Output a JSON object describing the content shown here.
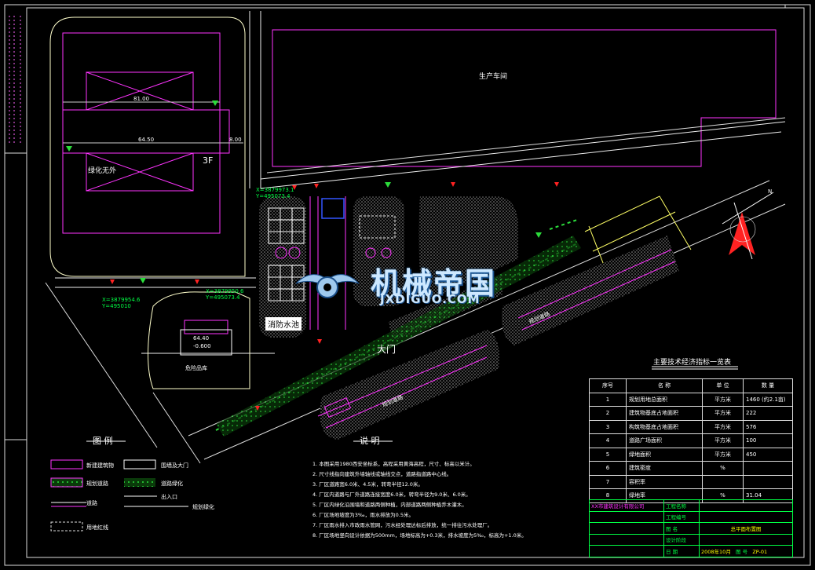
{
  "drawing": {
    "labels": {
      "production_workshop": "生产车间",
      "greening_area": "绿化无外",
      "floor_3f": "3F",
      "dim_8100": "81.00",
      "dim_6450": "64.50",
      "dim_800": "8.00",
      "coord_a_x": "X=3879954.6",
      "coord_a_y": "Y=495010",
      "coord_b_x": "X=3879950.6",
      "coord_b_y": "Y=495073.4",
      "coord_c_x": "X=3879973.1",
      "coord_c_y": "Y=495073.4",
      "elev_top": "64.40",
      "elev_bottom": "-0.600",
      "hazard_store": "危险品库",
      "fire_pool": "消防水池",
      "gate": "大门",
      "road_left": "规划道路",
      "road_right": "规划道路",
      "north": "N"
    },
    "legend": {
      "title": "图  例",
      "items": [
        "新建建筑物",
        "围墙及大门",
        "规划道路",
        "道路绿化",
        "道路",
        "出入口",
        "规划绿化",
        "用地红线"
      ]
    },
    "notes": {
      "title": "说  明",
      "lines": [
        "1. 本图采用1980西安坐标系，高程采用黄海高程，尺寸、标高以米计。",
        "2. 尺寸线指向建筑外墙轴线或轴线交点，道路指道路中心线。",
        "3. 厂区道路宽6.0米、4.5米，转弯半径12.0米。",
        "4. 厂区内道路与厂外道路连接宽度6.0米，转弯半径为9.0米、6.0米。",
        "5. 厂区内绿化沿围墙和道路两侧种植，内部道路两侧种植乔木灌木。",
        "6. 厂区场地坡度为3‰，雨水排放为0.5米。",
        "7. 厂区雨水排入市政雨水管网，污水经处理达标后排放，统一排往污水处理厂。",
        "8. 厂区场地竖向设计依据为500mm，场地标高为+0.3米，排水坡度为5‰，标高为+1.0米。"
      ]
    },
    "spec_table": {
      "title": "主要技术经济指标一览表",
      "headers": [
        "序号",
        "名    称",
        "单  位",
        "数    量"
      ],
      "rows": [
        [
          "1",
          "规划用地总面积",
          "平方米",
          "1460 (约2.1亩)"
        ],
        [
          "2",
          "建筑物基底占地面积",
          "平方米",
          "222"
        ],
        [
          "3",
          "构筑物基底占地面积",
          "平方米",
          "576"
        ],
        [
          "4",
          "道路广场面积",
          "平方米",
          "100"
        ],
        [
          "5",
          "绿地面积",
          "平方米",
          "450"
        ],
        [
          "6",
          "建筑密度",
          "%",
          ""
        ],
        [
          "7",
          "容积率",
          "",
          ""
        ],
        [
          "8",
          "绿地率",
          "%",
          "31.04"
        ]
      ]
    },
    "title_block": {
      "company": "XX市建筑设计有限公司",
      "project_label": "工程名称",
      "sub_label": "工程编号",
      "drawing_label": "图  名",
      "drawing_name": "总平面布置图",
      "stage_label": "设计阶段",
      "date_label": "日  期",
      "date": "2008年10月",
      "no_label": "图  号",
      "drawing_no": "ZP-01"
    },
    "watermark": {
      "cn": "机械帝国",
      "en": "JXDIGUO.COM"
    }
  }
}
